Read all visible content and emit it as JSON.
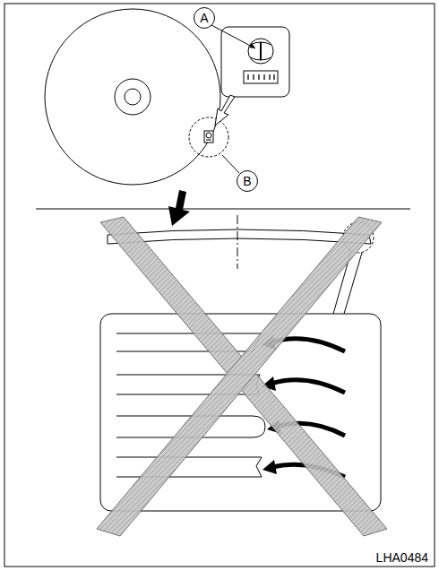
{
  "diagram": {
    "nodes": [
      {
        "text": [
          "A"
        ]
      },
      {
        "text": [
          "B"
        ]
      }
    ],
    "labels": [
      "LHA0484"
    ]
  }
}
